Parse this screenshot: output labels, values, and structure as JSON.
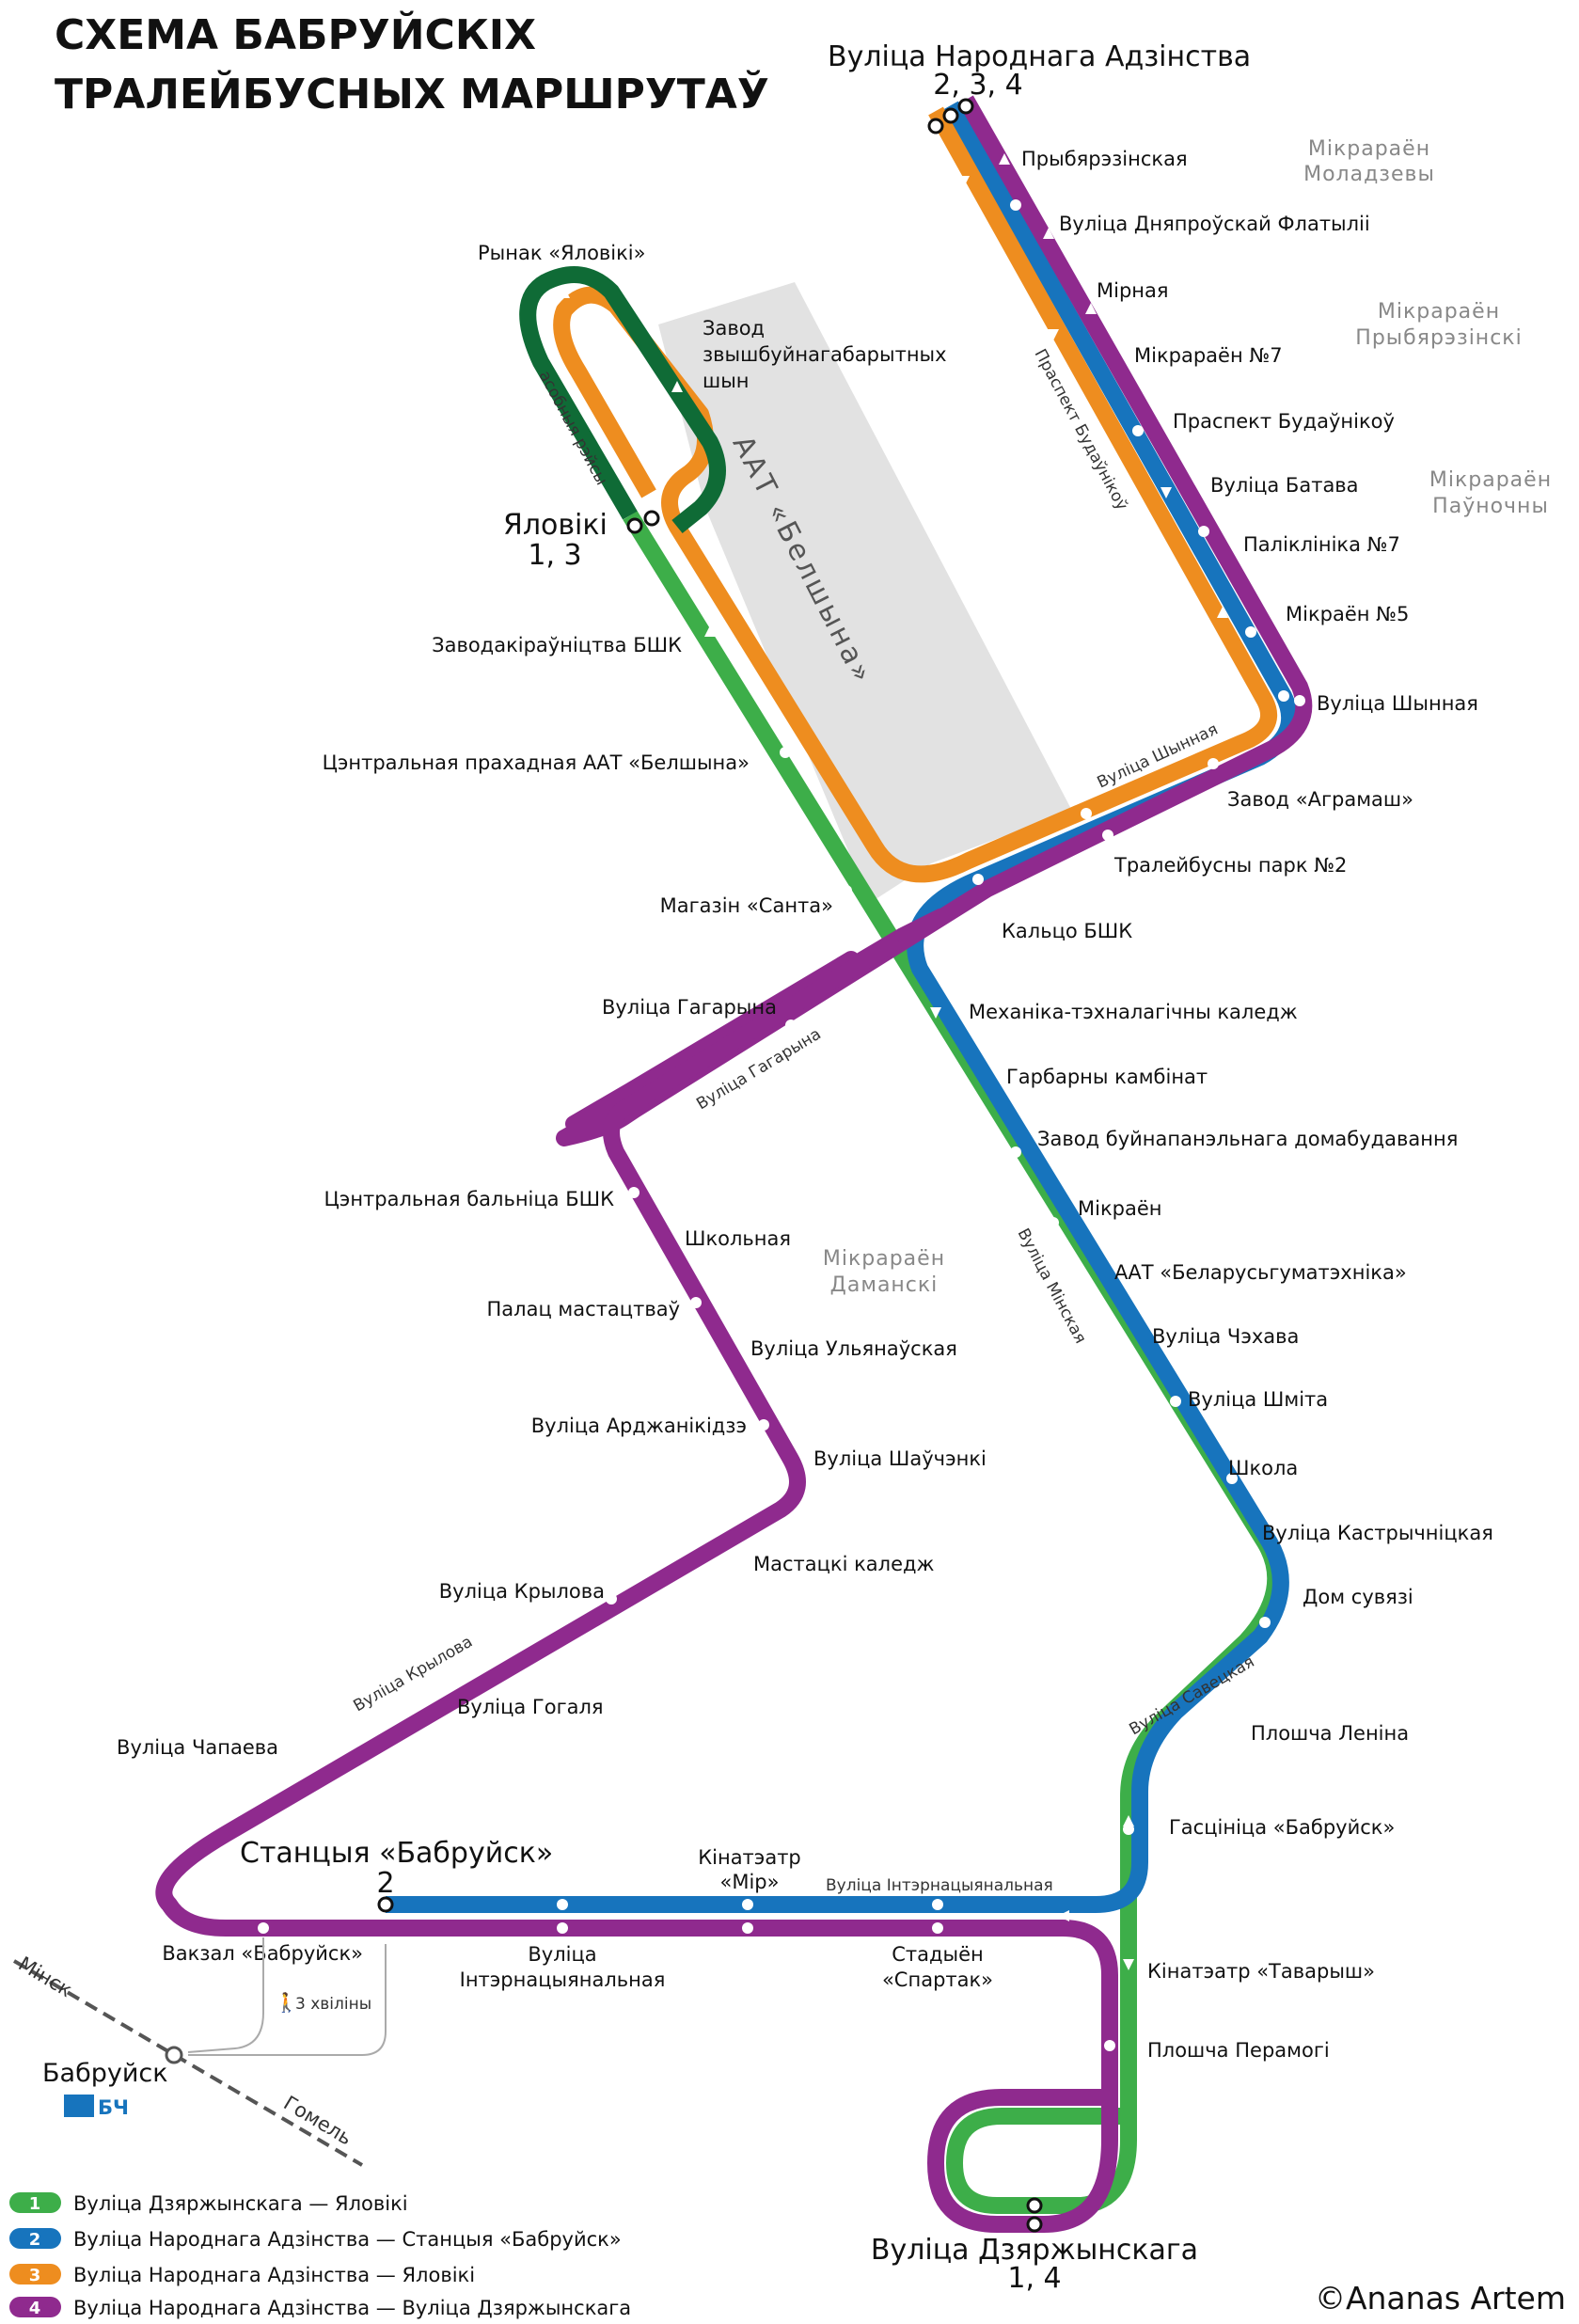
{
  "title": [
    "СХЕМА БАБРУЙСКІХ",
    "ТРАЛЕЙБУСНЫХ МАРШРУТАЎ"
  ],
  "colors": {
    "line1": "#3DAE49",
    "line2": "#1774BD",
    "line3": "#EE8D1F",
    "line4": "#8F2A8E",
    "depot": "#DE2A86",
    "zavod": "#0F6B36",
    "plant": "#E2E2E2"
  },
  "terminals": {
    "narodnaga": {
      "name": "Вуліца Народнага Адзінства",
      "routes": "2, 3, 4"
    },
    "yaloviki": {
      "name": "Яловікі",
      "routes": "1, 3"
    },
    "station": {
      "name": "Станцыя «Бабруйск»",
      "routes": "2"
    },
    "dzerzhinsk": {
      "name": "Вуліца Дзяржынскага",
      "routes": "1, 4"
    }
  },
  "stops": {
    "s01": "Прыбярэзінская",
    "s02": "Вуліца Дняпроўскай Флатыліі",
    "s03": "Мірная",
    "s04": "Мікрараён №7",
    "s05": "Праспект Будаўнікоў",
    "s06": "Вуліца Батава",
    "s07": "Паліклініка №7",
    "s08": "Мікраён №5",
    "s09": "Вуліца Шынная",
    "s10": "Завод «Аграмаш»",
    "s11": "Тралейбусны парк №2",
    "s12": "Кальцо БШК",
    "s13": "Рынак «Яловікі»",
    "s14": "Завод звышбуйнагабарытных шын",
    "s15": "Заводакіраўніцтва БШК",
    "s16": "Цэнтральная прахадная ААТ «Белшына»",
    "s17": "Магазін «Санта»",
    "s18": "Вуліца Гагарына",
    "s19": "Механіка-тэхналагічны каледж",
    "s20": "Гарбарны камбінат",
    "s21": "Завод буйнапанэльнага домабудавання",
    "s22": "Мікраён",
    "s23": "ААТ «Беларусьгуматэхніка»",
    "s24": "Вуліца Чэхава",
    "s25": "Вуліца Шміта",
    "s26": "Школа",
    "s27": "Вуліца Кастрычніцкая",
    "s28": "Дом сувязі",
    "s29": "Плошча Леніна",
    "s30": "Гасцініца «Бабруйск»",
    "s31": "Кінатэатр «Таварыш»",
    "s32": "Плошча Перамогі",
    "s33": "Цэнтральная бальніца БШК",
    "s34": "Школьная",
    "s35": "Палац мастацтваў",
    "s36": "Вуліца Ульянаўская",
    "s37": "Вуліца Арджанікідзэ",
    "s38": "Вуліца Шаўчэнкі",
    "s39": "Мастацкі каледж",
    "s40": "Вуліца Крылова",
    "s41": "Вуліца Гогаля",
    "s42": "Вуліца Чапаева",
    "s43": "Вакзал «Бабруйск»",
    "s44": "Вуліца Інтэрнацыянальная",
    "s45": "Кінатэатр «Мір»",
    "s46": "Стадыён «Спартак»"
  },
  "stop_lines": {
    "s08": [
      "Мікраён №5"
    ],
    "s14": [
      "Завод",
      "звышбуйнагабарытных",
      "шын"
    ],
    "s44": [
      "Вуліца",
      "Інтэрнацыянальная"
    ],
    "s45": [
      "Кінатэатр",
      "«Мір»"
    ],
    "s46": [
      "Стадыён",
      "«Спартак»"
    ]
  },
  "streets": {
    "budaunikou": "Праспект Будаўнікоў",
    "shynnaya": "Вуліца Шынная",
    "gagaryna": "Вуліца Гагарына",
    "minskaya": "Вуліца Мінская",
    "savetskaya": "Вуліца Савецкая",
    "krylova": "Вуліца Крылова",
    "internatsyyanalnaya": "Вуліца Інтэрнацыянальная",
    "asobnyya": "асобныя рэйсы"
  },
  "districts": {
    "maladzevy": [
      "Мікрараён",
      "Моладзевы"
    ],
    "prybyarezinski": [
      "Мікрараён",
      "Прыбярэзінскі"
    ],
    "paunochny": [
      "Мікрараён",
      "Паўночны"
    ],
    "damanski": [
      "Мікрараён",
      "Дамaнскі"
    ]
  },
  "plant_label": "ААТ «Белшына»",
  "railway": {
    "station": "Бабруйск",
    "to_a": "Мінск",
    "to_b": "Гомель",
    "logo": "БЧ",
    "walk": "3 хвіліны"
  },
  "legend": [
    {
      "num": "1",
      "text": "Вуліца Дзяржынскага — Яловікі",
      "color": "#3DAE49"
    },
    {
      "num": "2",
      "text": "Вуліца Народнага Адзінства — Станцыя «Бабруйск»",
      "color": "#1774BD"
    },
    {
      "num": "3",
      "text": "Вуліца Народнага Адзінства — Яловікі",
      "color": "#EE8D1F"
    },
    {
      "num": "4",
      "text": "Вуліца Народнага Адзінства — Вуліца Дзяржынскага",
      "color": "#8F2A8E"
    }
  ],
  "copyright": "©Ananas Artem"
}
